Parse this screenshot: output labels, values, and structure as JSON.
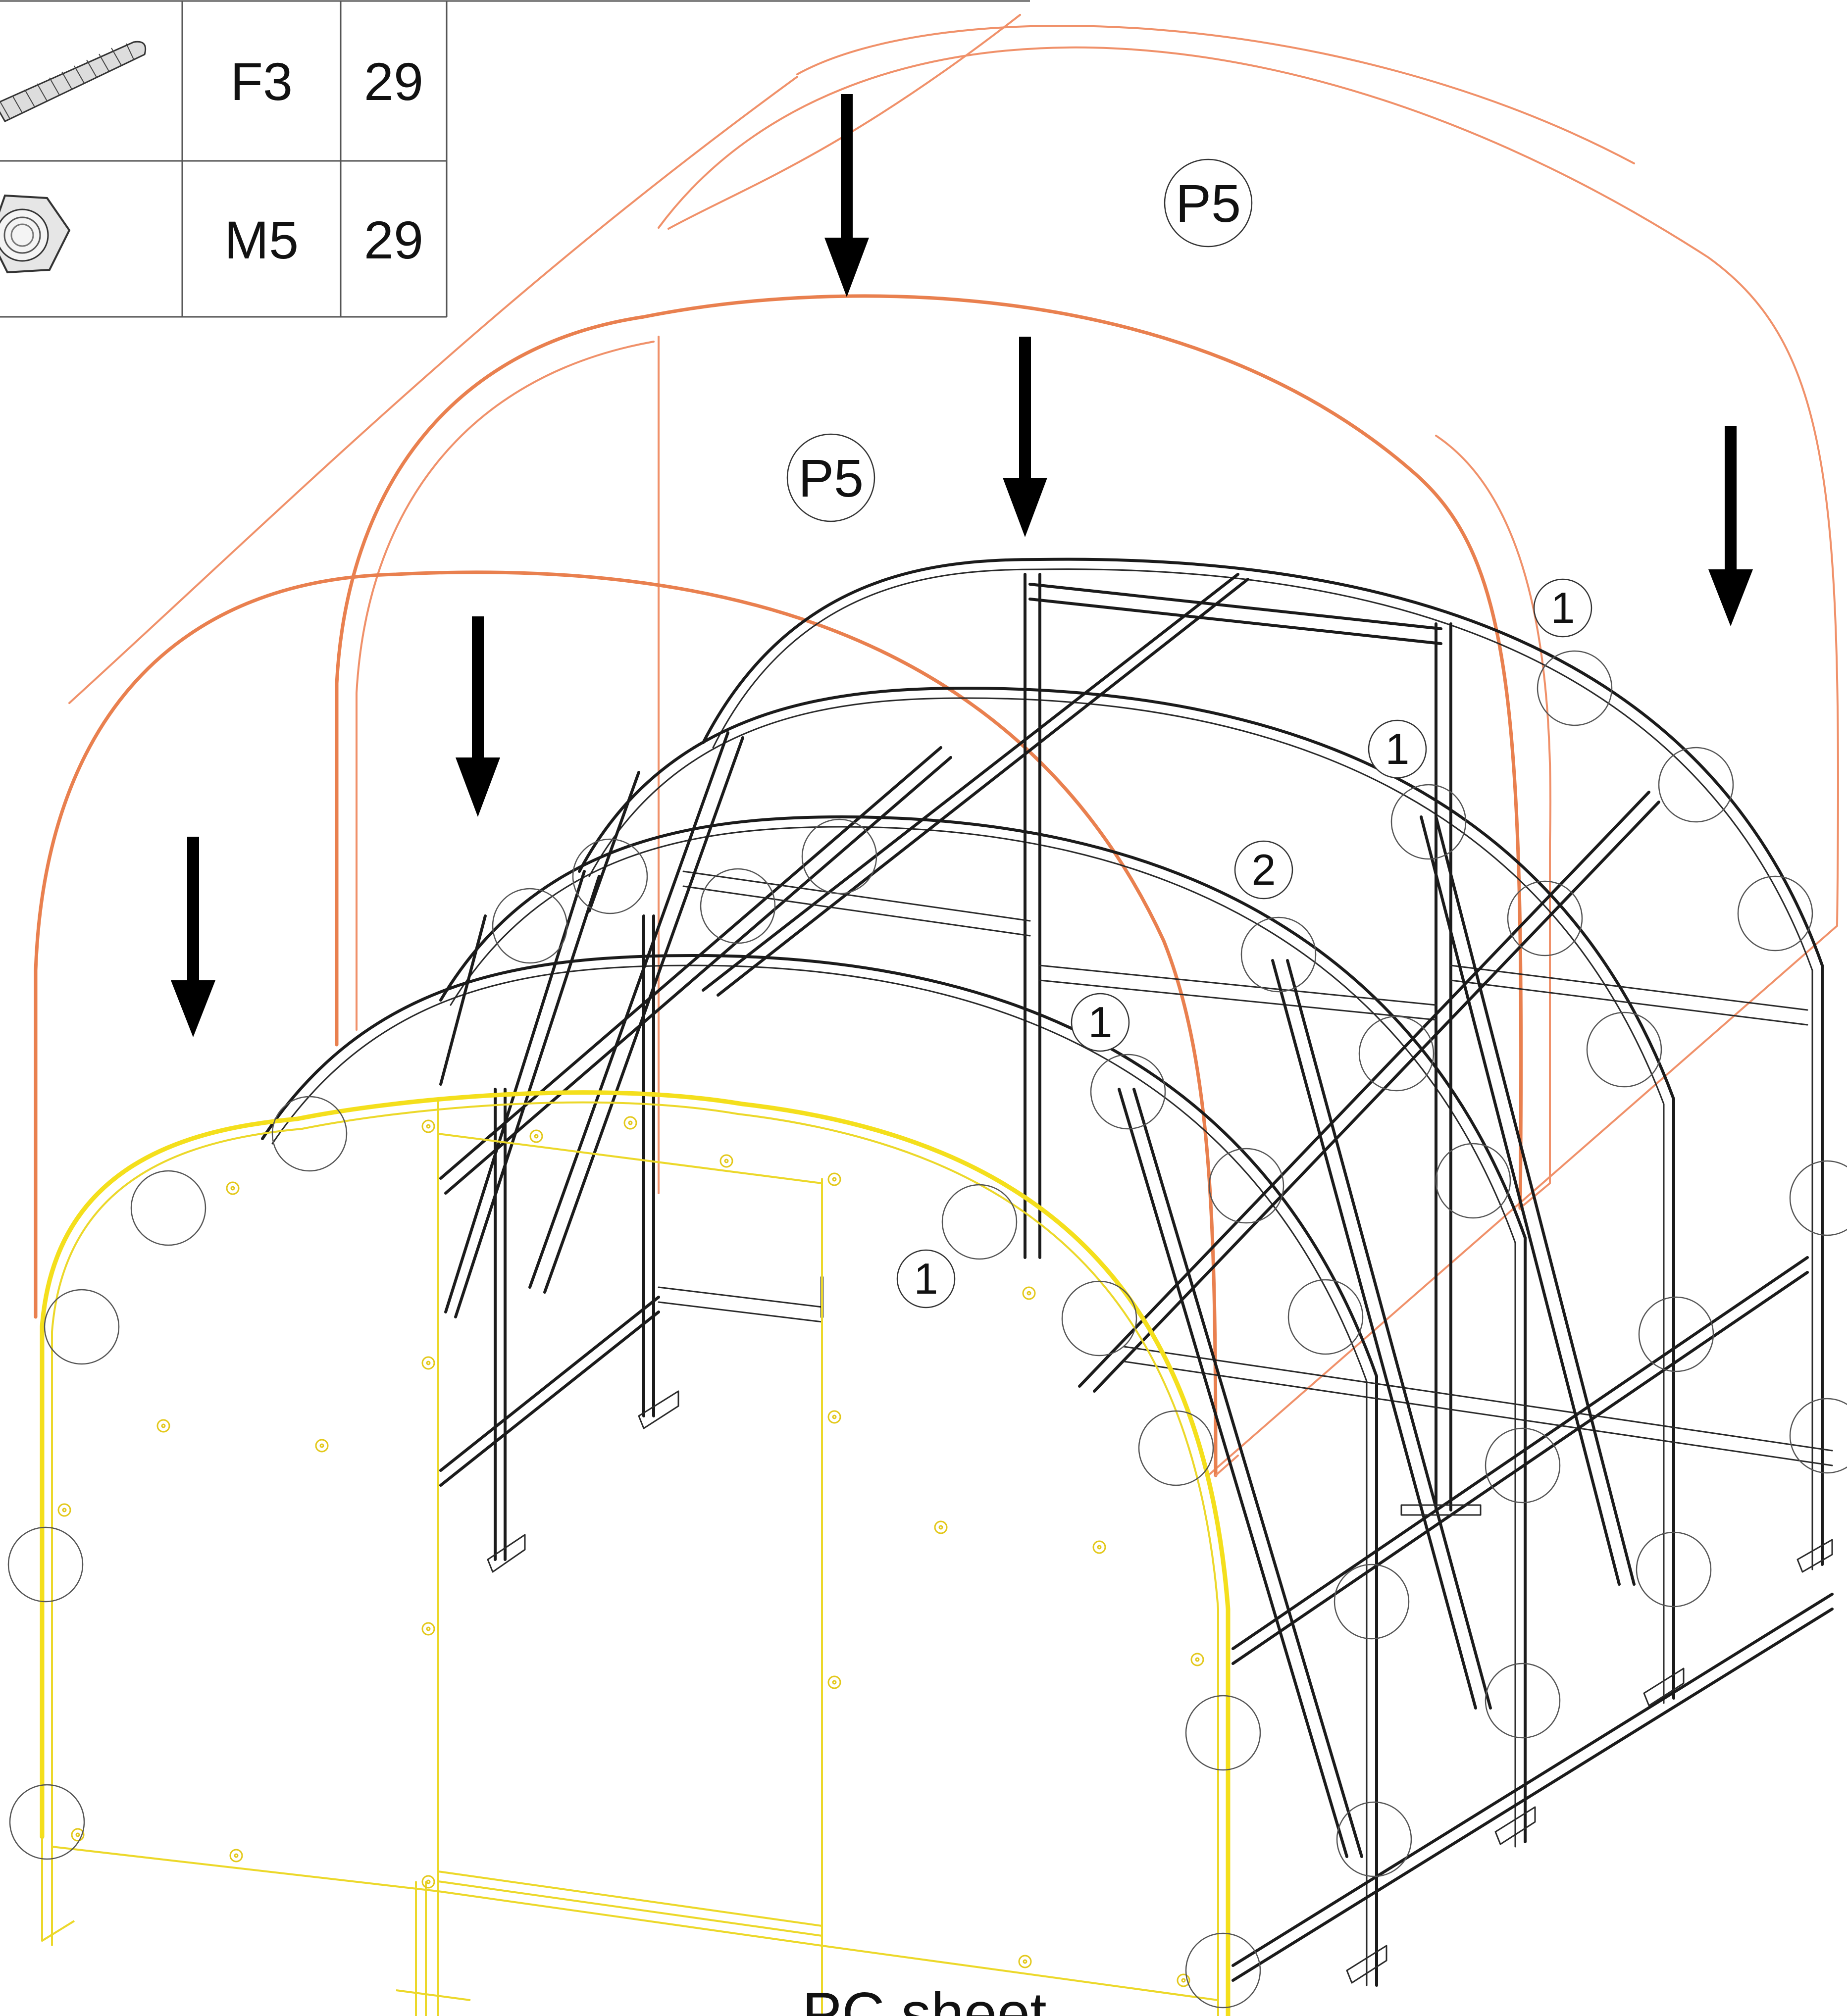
{
  "parts_table": {
    "rows": [
      {
        "code": "F3",
        "quantity": "29",
        "icon": "threaded-rod-icon"
      },
      {
        "code": "M5",
        "quantity": "29",
        "icon": "hex-nut-icon"
      }
    ]
  },
  "panel_labels": [
    "P5",
    "P5"
  ],
  "callouts": [
    "1",
    "1",
    "2",
    "1",
    "1"
  ],
  "footer_text": "PC sheet",
  "colors": {
    "roof_panel_outline": "#e9804f",
    "door_panel_outline": "#ecd82a",
    "frame": "#1b1b1b",
    "arrow": "#000000"
  }
}
